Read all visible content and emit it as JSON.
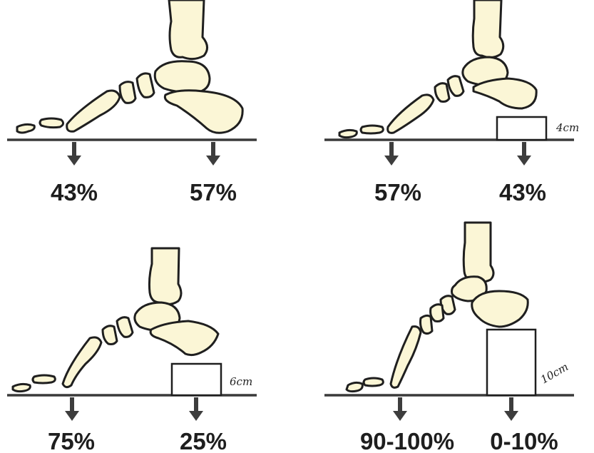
{
  "panels": [
    {
      "heel_block": "",
      "forefoot_load": "43%",
      "heel_load": "57%"
    },
    {
      "heel_block": "4cm",
      "forefoot_load": "57%",
      "heel_load": "43%"
    },
    {
      "heel_block": "6cm",
      "forefoot_load": "75%",
      "heel_load": "25%"
    },
    {
      "heel_block": "10cm",
      "forefoot_load": "90-100%",
      "heel_load": "0-10%"
    }
  ],
  "colors": {
    "bone": "#fbf6d6",
    "outline": "#1f1f1f",
    "ground": "#3a3a3a",
    "arrow": "#3d3d3d"
  }
}
